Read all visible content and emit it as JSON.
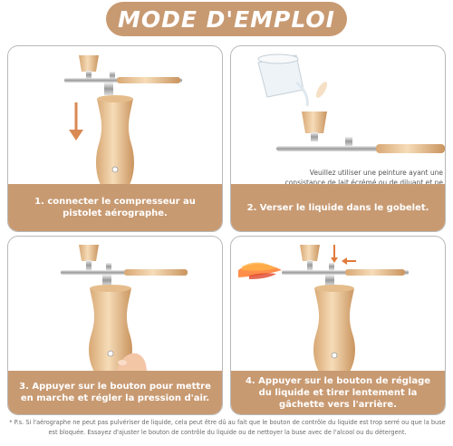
{
  "banner": {
    "title": "MODE D'EMPLOI"
  },
  "steps": [
    {
      "caption": "1. connecter le compresseur au pistolet aérographe."
    },
    {
      "caption": "2. Verser le liquide dans le gobelet.",
      "note": "Veuillez utiliser une peinture ayant une consistance de lait écrémé ou de diluant et ne contenant pas de particules."
    },
    {
      "caption": "3. Appuyer sur le bouton pour mettre en marche et régler la pression d'air."
    },
    {
      "caption": "4. Appuyer sur le bouton de réglage du liquide et tirer lentement la gâchette vers l'arrière."
    }
  ],
  "footnote": "* P.s. Si l'aérographe ne peut pas pulvériser de liquide, cela peut être dû au fait que le bouton de contrôle du liquide est trop serré ou que la buse est bloquée. Essayez d'ajuster le bouton de contrôle du liquide ou de nettoyer la buse avec de l'alcool ou du détergent.",
  "colors": {
    "accent": "#c89a72",
    "gold": "#e8c190",
    "arrow": "#e07a3c"
  }
}
